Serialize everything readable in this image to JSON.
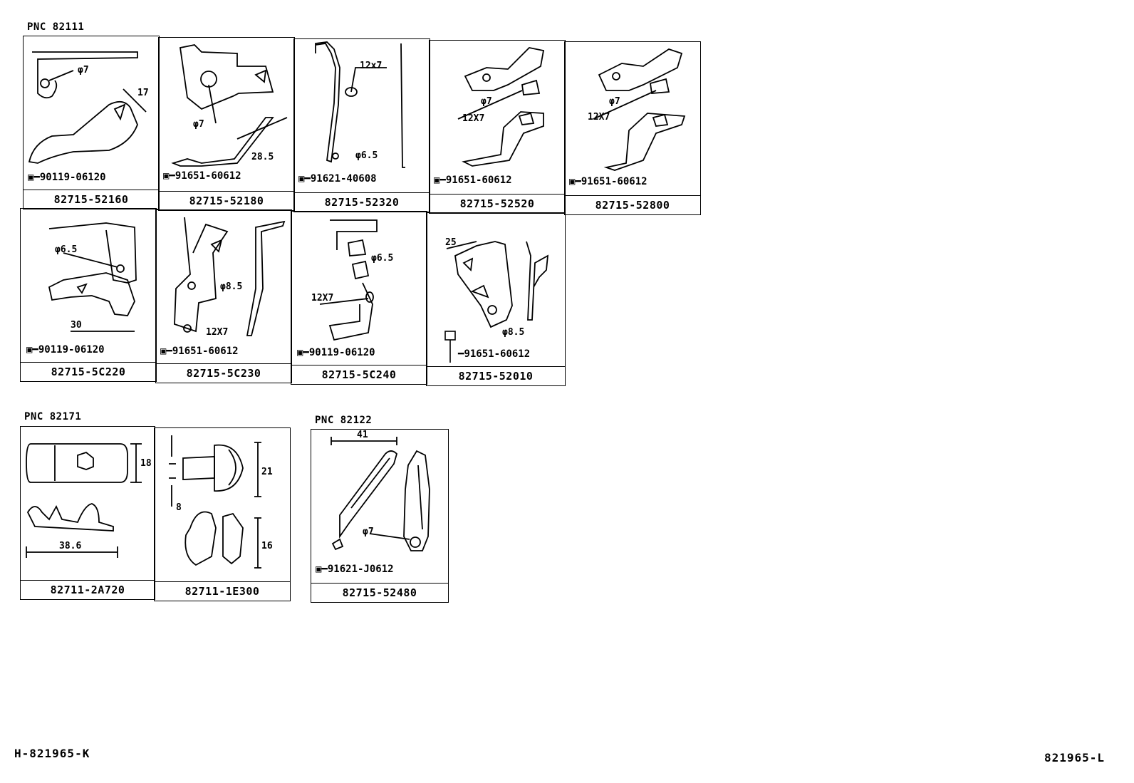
{
  "groups": [
    {
      "pnc": "PNC 82111",
      "cells": [
        {
          "part": "82715-52160",
          "bolt": "90119-06120",
          "dims": [
            "φ7",
            "17"
          ]
        },
        {
          "part": "82715-52180",
          "bolt": "91651-60612",
          "dims": [
            "φ7",
            "28.5"
          ]
        },
        {
          "part": "82715-52320",
          "bolt": "91621-40608",
          "dims": [
            "12x7",
            "φ6.5"
          ]
        },
        {
          "part": "82715-52520",
          "bolt": "91651-60612",
          "dims": [
            "φ7",
            "12X7"
          ]
        },
        {
          "part": "82715-52800",
          "bolt": "91651-60612",
          "dims": [
            "φ7",
            "12X7"
          ]
        },
        {
          "part": "82715-5C220",
          "bolt": "90119-06120",
          "dims": [
            "φ6.5",
            "30"
          ]
        },
        {
          "part": "82715-5C230",
          "bolt": "91651-60612",
          "dims": [
            "φ8.5",
            "12X7"
          ]
        },
        {
          "part": "82715-5C240",
          "bolt": "90119-06120",
          "dims": [
            "φ6.5",
            "12X7"
          ]
        },
        {
          "part": "82715-52010",
          "bolt": "91651-60612",
          "dims": [
            "25",
            "φ8.5"
          ]
        }
      ]
    },
    {
      "pnc": "PNC 82171",
      "cells": [
        {
          "part": "82711-2A720",
          "dims": [
            "18",
            "38.6"
          ]
        },
        {
          "part": "82711-1E300",
          "dims": [
            "21",
            "8",
            "16"
          ]
        }
      ]
    },
    {
      "pnc": "PNC 82122",
      "cells": [
        {
          "part": "82715-52480",
          "bolt": "91621-J0612",
          "dims": [
            "41",
            "φ7"
          ]
        }
      ]
    }
  ],
  "footer": {
    "left": "H-821965-K",
    "right": "821965-L"
  }
}
